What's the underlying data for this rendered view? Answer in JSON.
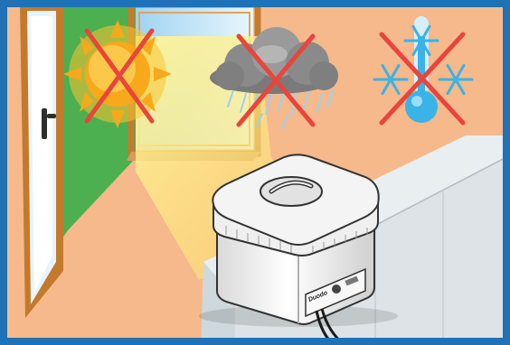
{
  "illustration": {
    "frame_color": "#1e72b5",
    "wall_color": "#f5b98b",
    "crossed_conditions": [
      {
        "name": "direct-sunlight",
        "icon": "sun-icon",
        "prohibited": true
      },
      {
        "name": "rain",
        "icon": "rain-cloud-icon",
        "prohibited": true
      },
      {
        "name": "frost",
        "icon": "snowflake-thermometer-icon",
        "prohibited": true
      }
    ],
    "appliance": {
      "icon": "fermenter-appliance-icon",
      "brand_logo_text": "Duodo"
    },
    "colors": {
      "prohibited_cross": "#e8453c",
      "sun": "#f7a81b",
      "cloud": "#8a8a8a",
      "snow": "#3ab3e6",
      "window_frame": "#c47a2c",
      "outside_green": "#4caf50"
    }
  }
}
